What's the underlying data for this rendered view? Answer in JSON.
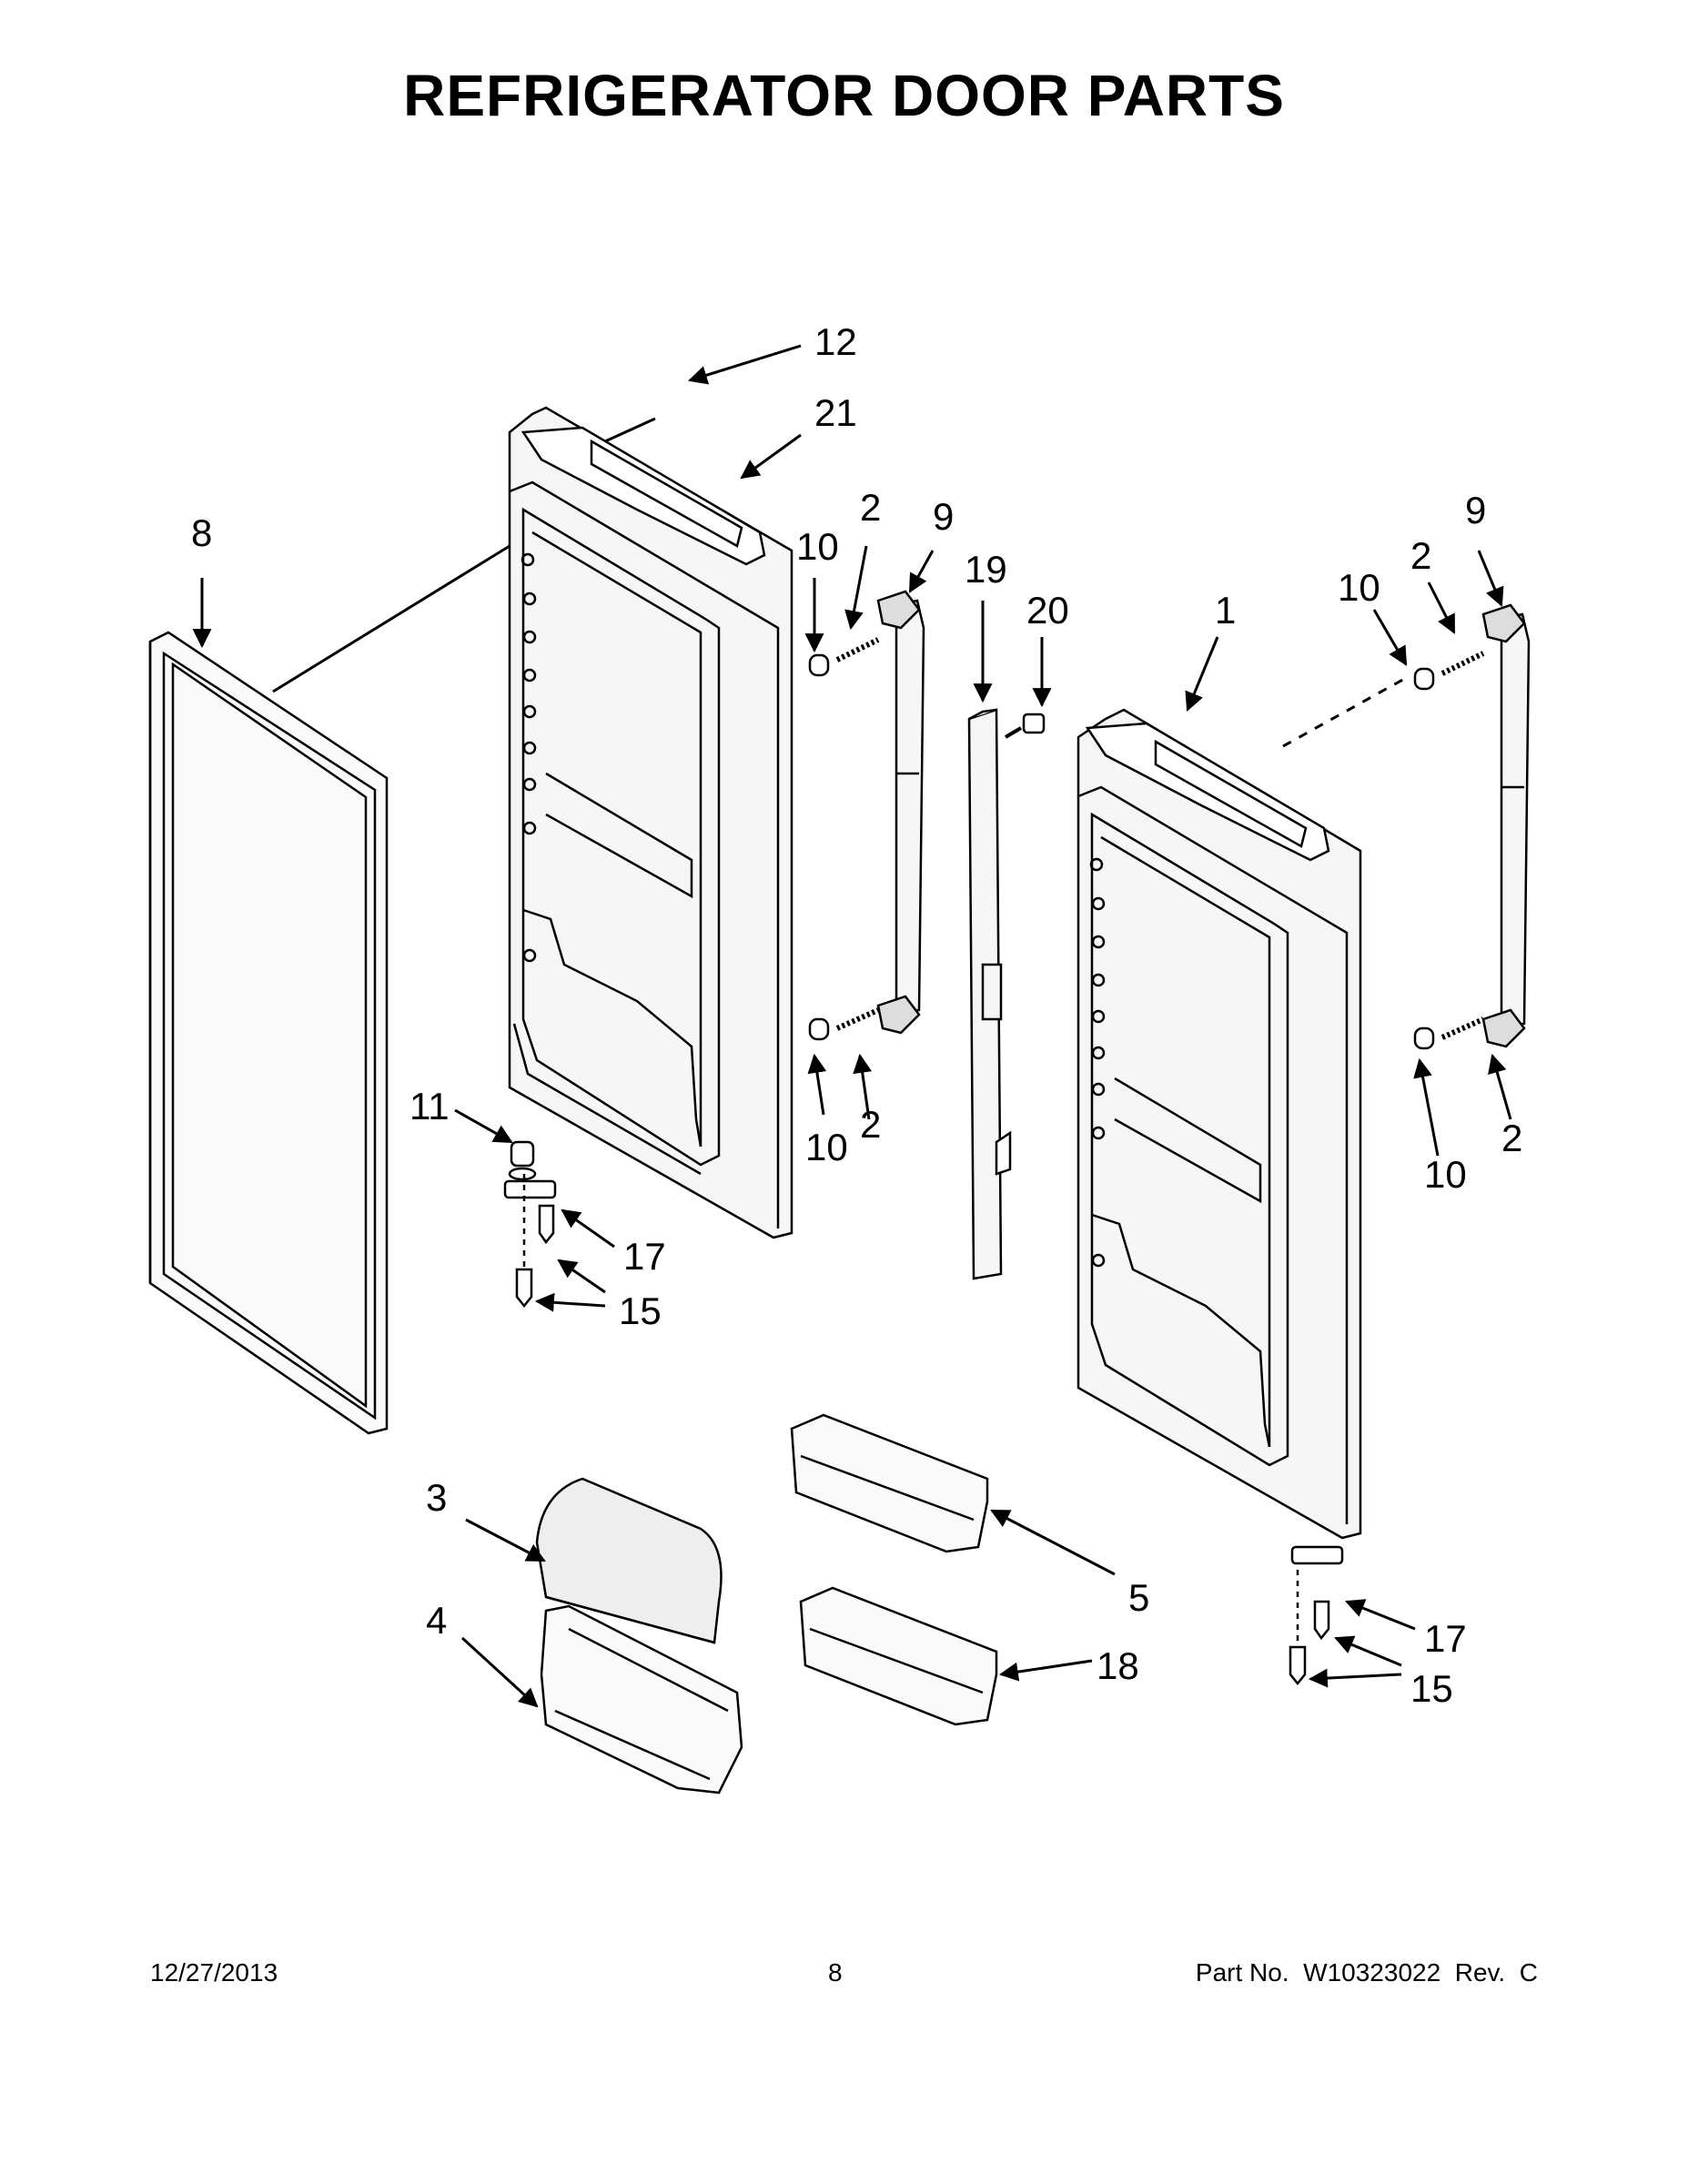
{
  "title": "REFRIGERATOR DOOR PARTS",
  "callouts": [
    {
      "id": "c12",
      "label": "12"
    },
    {
      "id": "c21",
      "label": "21"
    },
    {
      "id": "c8",
      "label": "8"
    },
    {
      "id": "c2a",
      "label": "2"
    },
    {
      "id": "c9a",
      "label": "9"
    },
    {
      "id": "c10a",
      "label": "10"
    },
    {
      "id": "c19",
      "label": "19"
    },
    {
      "id": "c20",
      "label": "20"
    },
    {
      "id": "c1",
      "label": "1"
    },
    {
      "id": "c9b",
      "label": "9"
    },
    {
      "id": "c2b",
      "label": "2"
    },
    {
      "id": "c10b",
      "label": "10"
    },
    {
      "id": "c10c",
      "label": "10"
    },
    {
      "id": "c2c",
      "label": "2"
    },
    {
      "id": "c2d",
      "label": "2"
    },
    {
      "id": "c10d",
      "label": "10"
    },
    {
      "id": "c11",
      "label": "11"
    },
    {
      "id": "c17a",
      "label": "17"
    },
    {
      "id": "c15a",
      "label": "15"
    },
    {
      "id": "c3",
      "label": "3"
    },
    {
      "id": "c4",
      "label": "4"
    },
    {
      "id": "c5",
      "label": "5"
    },
    {
      "id": "c18",
      "label": "18"
    },
    {
      "id": "c17b",
      "label": "17"
    },
    {
      "id": "c15b",
      "label": "15"
    }
  ],
  "footer": {
    "date": "12/27/2013",
    "page_number": "8",
    "part_number": "Part No.  W10323022  Rev.  C"
  }
}
